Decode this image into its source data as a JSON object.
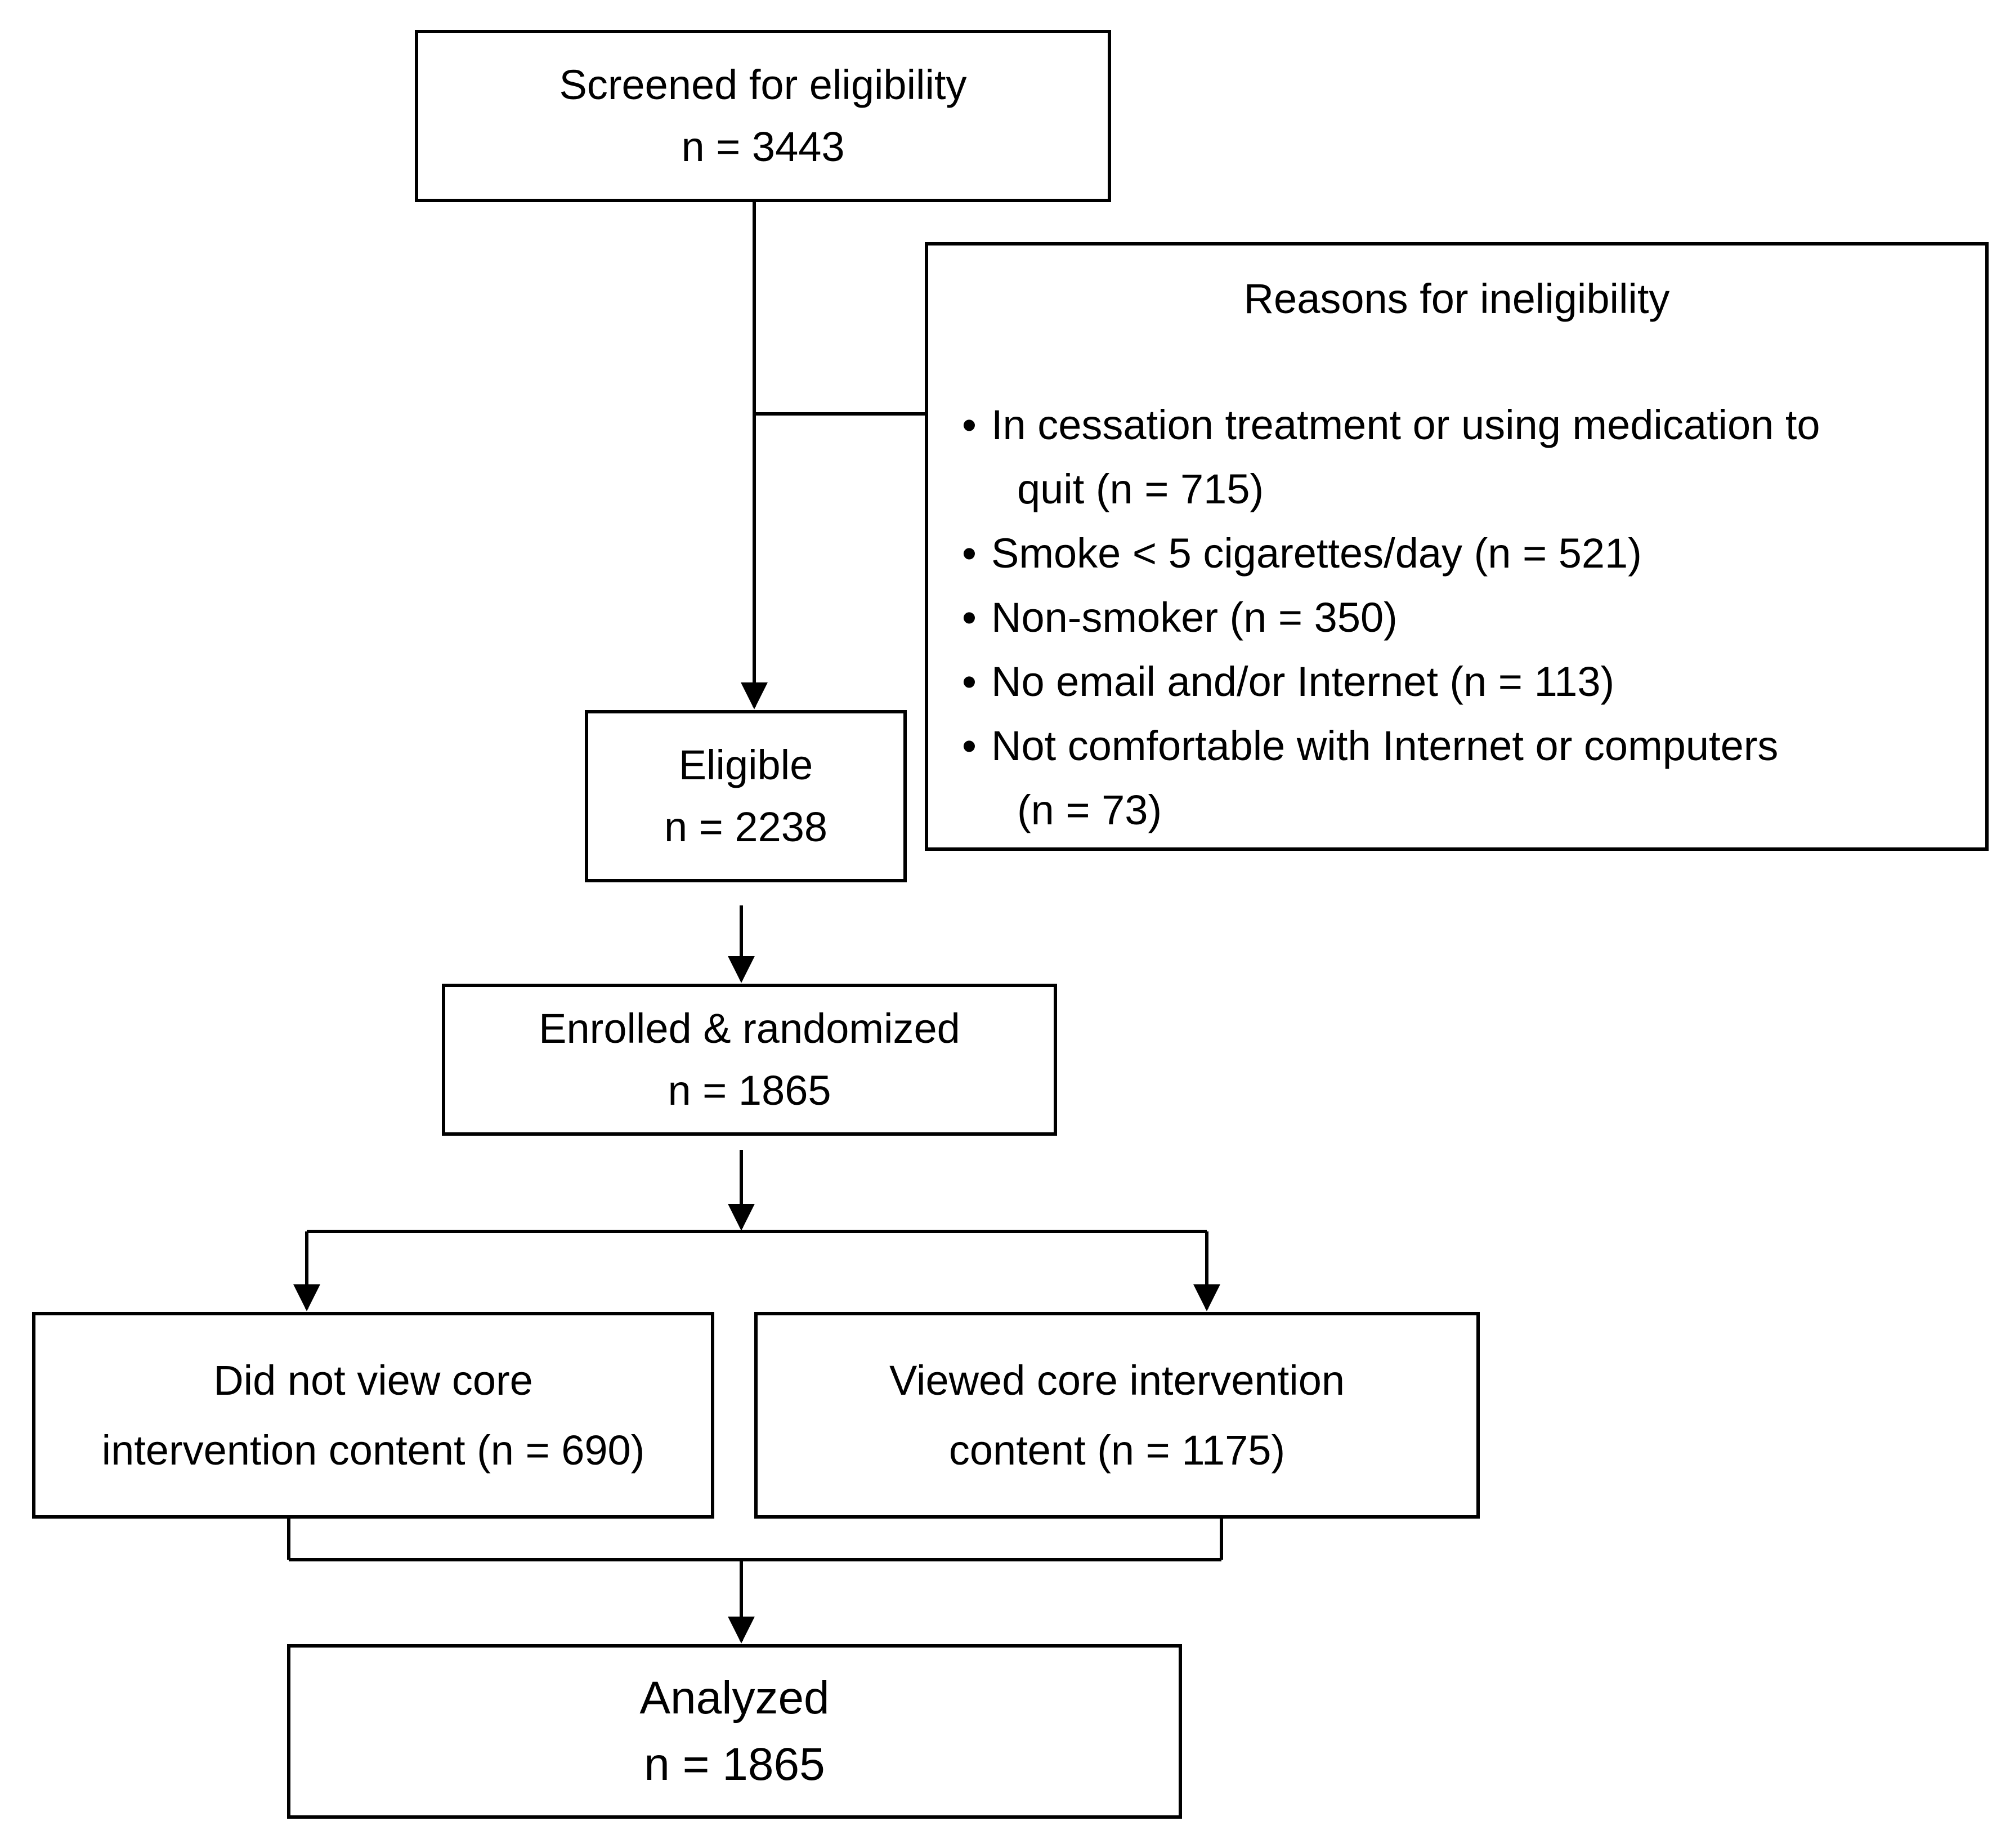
{
  "boxes": {
    "screened": {
      "label": "Screened for eligibility",
      "count": "n = 3443"
    },
    "eligible": {
      "label": "Eligible",
      "count": "n = 2238"
    },
    "enrolled": {
      "label": "Enrolled & randomized",
      "count": "n = 1865"
    },
    "not_viewed": {
      "line1": "Did not view core",
      "line2": "intervention content (n = 690)"
    },
    "viewed": {
      "line1": "Viewed core intervention",
      "line2": "content (n = 1175)"
    },
    "analyzed": {
      "label": "Analyzed",
      "count": "n = 1865"
    }
  },
  "ineligibility": {
    "title": "Reasons for ineligibility",
    "bullet": "•",
    "reasons": [
      {
        "line1": "In cessation treatment or using medication to",
        "line2": "quit (n = 715)"
      },
      {
        "line1": "Smoke < 5 cigarettes/day (n = 521)"
      },
      {
        "line1": "Non-smoker (n = 350)"
      },
      {
        "line1": "No email and/or Internet (n = 113)"
      },
      {
        "line1": "Not comfortable with Internet or computers",
        "line2": "(n = 73)"
      }
    ]
  },
  "colors": {
    "stroke": "#000000",
    "background": "#ffffff"
  }
}
